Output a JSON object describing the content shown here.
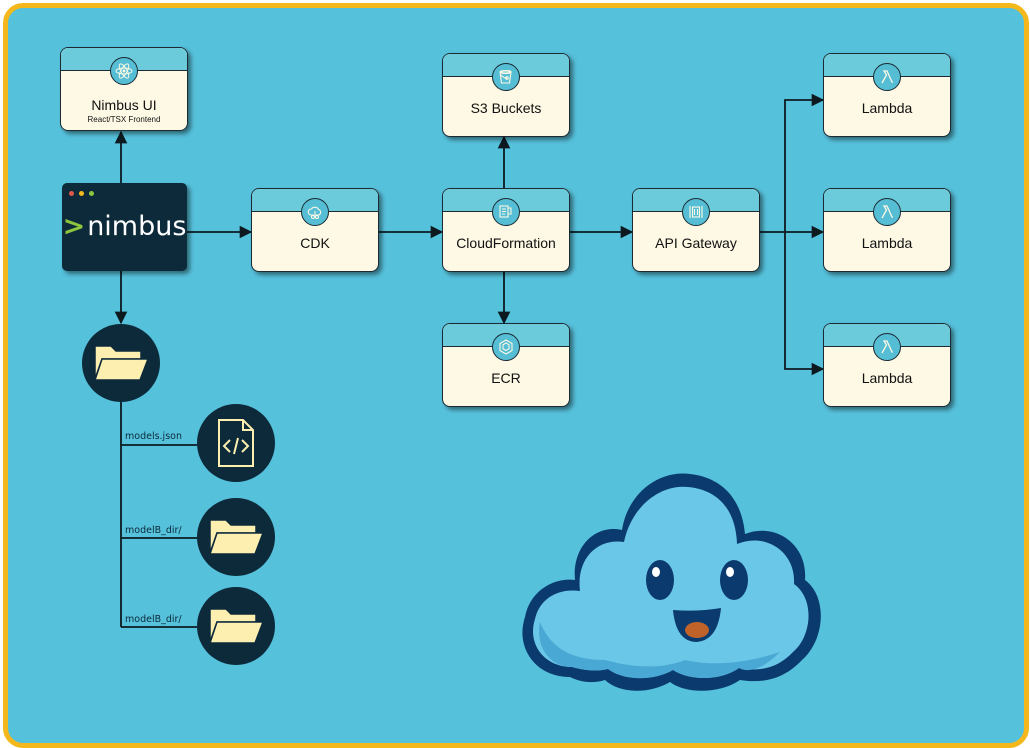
{
  "colors": {
    "background": "#56c1db",
    "border": "#f5b81c",
    "card_fill": "#fdf9e4",
    "card_band": "#6ccbdb",
    "dark": "#0c2a3a",
    "folder": "#fdefb0",
    "nimbus_chevron": "#8cc63f"
  },
  "terminal": {
    "chevron": ">",
    "logo_text": "nimbus"
  },
  "nodes": {
    "nimbus_ui": {
      "label": "Nimbus UI",
      "sublabel": "React/TSX Frontend",
      "icon": "react-icon"
    },
    "cdk": {
      "label": "CDK",
      "icon": "cdk-icon"
    },
    "cloudformation": {
      "label": "CloudFormation",
      "icon": "cloudformation-icon"
    },
    "s3": {
      "label": "S3 Buckets",
      "icon": "s3-bucket-icon"
    },
    "ecr": {
      "label": "ECR",
      "icon": "ecr-icon"
    },
    "api_gateway": {
      "label": "API Gateway",
      "icon": "api-gateway-icon"
    },
    "lambdas": [
      {
        "label": "Lambda",
        "icon": "lambda-icon"
      },
      {
        "label": "Lambda",
        "icon": "lambda-icon"
      },
      {
        "label": "Lambda",
        "icon": "lambda-icon"
      }
    ]
  },
  "files": [
    {
      "label": "models.json",
      "icon": "code-file-icon"
    },
    {
      "label": "modelB_dir/",
      "icon": "folder-icon"
    },
    {
      "label": "modelB_dir/",
      "icon": "folder-icon"
    }
  ],
  "mascot": {
    "icon": "smiling-cloud-mascot"
  }
}
